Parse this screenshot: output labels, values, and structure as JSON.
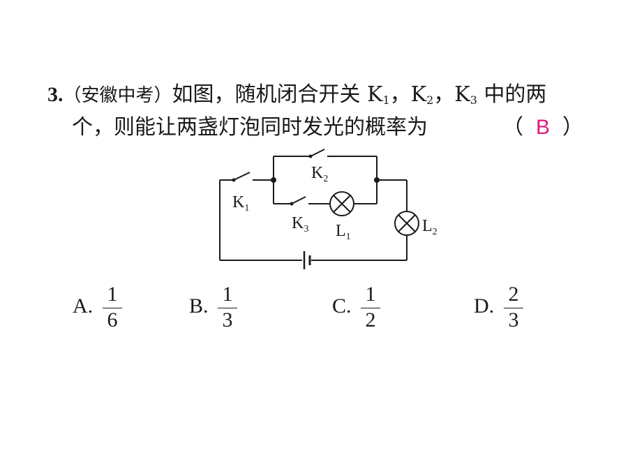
{
  "question": {
    "number": "3.",
    "source": "（安徽中考）",
    "stem_a": "如图，随机闭合开关 K",
    "k1_sub": "1",
    "sep1": "，K",
    "k2_sub": "2",
    "sep2": "，K",
    "k3_sub": "3",
    "stem_b": " 中的两",
    "line2": "个，则能让两盏灯泡同时发光的概率为",
    "paren_open": "（",
    "answer": "B",
    "paren_close": "）"
  },
  "diagram": {
    "k1": "K",
    "k1_sub": "1",
    "k2": "K",
    "k2_sub": "2",
    "k3": "K",
    "k3_sub": "3",
    "l1": "L",
    "l1_sub": "1",
    "l2": "L",
    "l2_sub": "2"
  },
  "options": [
    {
      "letter": "A.",
      "num": "1",
      "den": "6"
    },
    {
      "letter": "B.",
      "num": "1",
      "den": "3"
    },
    {
      "letter": "C.",
      "num": "1",
      "den": "2"
    },
    {
      "letter": "D.",
      "num": "2",
      "den": "3"
    }
  ]
}
